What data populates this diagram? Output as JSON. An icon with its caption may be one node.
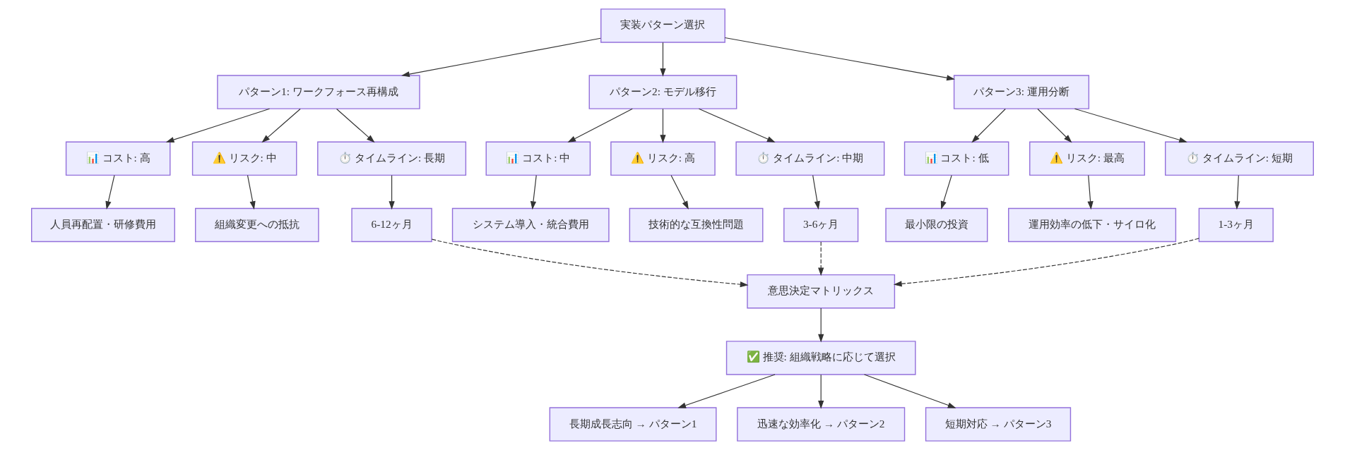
{
  "diagram": {
    "nodes": [
      {
        "text": [
          "実装パターン選択"
        ]
      },
      {
        "text": [
          "パターン1: ワークフォース再構成"
        ]
      },
      {
        "text": [
          "パターン2: モデル移行"
        ]
      },
      {
        "text": [
          "パターン3: 運用分断"
        ]
      },
      {
        "text": [
          "📊 コスト: 高"
        ]
      },
      {
        "text": [
          "⚠️ リスク: 中"
        ]
      },
      {
        "text": [
          "⏱️ タイムライン: 長期"
        ]
      },
      {
        "text": [
          "📊 コスト: 中"
        ]
      },
      {
        "text": [
          "⚠️ リスク: 高"
        ]
      },
      {
        "text": [
          "⏱️ タイムライン: 中期"
        ]
      },
      {
        "text": [
          "📊 コスト: 低"
        ]
      },
      {
        "text": [
          "⚠️ リスク: 最高"
        ]
      },
      {
        "text": [
          "⏱️ タイムライン: 短期"
        ]
      },
      {
        "text": [
          "人員再配置・研修費用"
        ]
      },
      {
        "text": [
          "組織変更への抵抗"
        ]
      },
      {
        "text": [
          "6-12ヶ月"
        ]
      },
      {
        "text": [
          "システム導入・統合費用"
        ]
      },
      {
        "text": [
          "技術的な互換性問題"
        ]
      },
      {
        "text": [
          "3-6ヶ月"
        ]
      },
      {
        "text": [
          "最小限の投資"
        ]
      },
      {
        "text": [
          "運用効率の低下・サイロ化"
        ]
      },
      {
        "text": [
          "1-3ヶ月"
        ]
      },
      {
        "text": [
          "意思決定マトリックス"
        ]
      },
      {
        "text": [
          "✅ 推奨: 組織戦略に応じて選択"
        ]
      },
      {
        "text": [
          "長期成長志向 → パターン1"
        ]
      },
      {
        "text": [
          "迅速な効率化 → パターン2"
        ]
      },
      {
        "text": [
          "短期対応 → パターン3"
        ]
      }
    ],
    "edges": [
      {
        "from": 0,
        "to": 1,
        "arrow": "to"
      },
      {
        "from": 0,
        "to": 2,
        "arrow": "to"
      },
      {
        "from": 0,
        "to": 3,
        "arrow": "to"
      },
      {
        "from": 1,
        "to": 4,
        "arrow": "to"
      },
      {
        "from": 1,
        "to": 5,
        "arrow": "to"
      },
      {
        "from": 1,
        "to": 6,
        "arrow": "to"
      },
      {
        "from": 2,
        "to": 7,
        "arrow": "to"
      },
      {
        "from": 2,
        "to": 8,
        "arrow": "to"
      },
      {
        "from": 2,
        "to": 9,
        "arrow": "to"
      },
      {
        "from": 3,
        "to": 10,
        "arrow": "to"
      },
      {
        "from": 3,
        "to": 11,
        "arrow": "to"
      },
      {
        "from": 3,
        "to": 12,
        "arrow": "to"
      },
      {
        "from": 4,
        "to": 13,
        "arrow": "to"
      },
      {
        "from": 5,
        "to": 14,
        "arrow": "to"
      },
      {
        "from": 6,
        "to": 15,
        "arrow": "to"
      },
      {
        "from": 7,
        "to": 16,
        "arrow": "to"
      },
      {
        "from": 8,
        "to": 17,
        "arrow": "to"
      },
      {
        "from": 9,
        "to": 18,
        "arrow": "to"
      },
      {
        "from": 10,
        "to": 19,
        "arrow": "to"
      },
      {
        "from": 11,
        "to": 20,
        "arrow": "to"
      },
      {
        "from": 12,
        "to": 21,
        "arrow": "to"
      },
      {
        "from": 15,
        "to": 22,
        "arrow": "to",
        "style": "dashed"
      },
      {
        "from": 18,
        "to": 22,
        "arrow": "to",
        "style": "dashed"
      },
      {
        "from": 21,
        "to": 22,
        "arrow": "to",
        "style": "dashed"
      },
      {
        "from": 22,
        "to": 23,
        "arrow": "to"
      },
      {
        "from": 23,
        "to": 24,
        "arrow": "to"
      },
      {
        "from": 23,
        "to": 25,
        "arrow": "to"
      },
      {
        "from": 23,
        "to": 26,
        "arrow": "to"
      }
    ]
  }
}
